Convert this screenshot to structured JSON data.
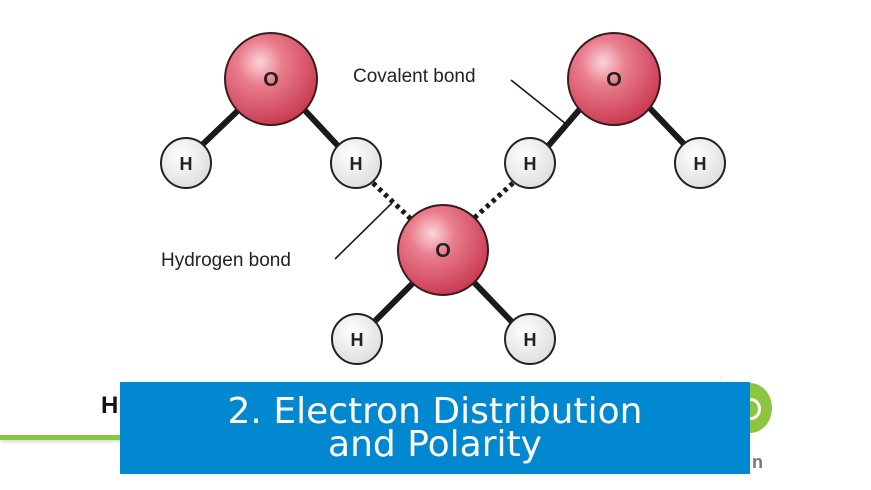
{
  "diagram": {
    "atoms": [
      {
        "id": "o-top-left",
        "symbol": "O"
      },
      {
        "id": "o-top-right",
        "symbol": "O"
      },
      {
        "id": "o-center",
        "symbol": "O"
      },
      {
        "id": "h-top-left-a",
        "symbol": "H"
      },
      {
        "id": "h-top-left-b",
        "symbol": "H"
      },
      {
        "id": "h-top-right-a",
        "symbol": "H"
      },
      {
        "id": "h-top-right-b",
        "symbol": "H"
      },
      {
        "id": "h-center-a",
        "symbol": "H"
      },
      {
        "id": "h-center-b",
        "symbol": "H"
      }
    ],
    "labels": {
      "covalent": "Covalent bond",
      "hydrogen": "Hydrogen bond"
    },
    "colors": {
      "oxygen": "#e0566a",
      "hydrogen": "#f2f2f2",
      "bond": "#1a1a1a"
    }
  },
  "bottom_bar": {
    "letter": "H",
    "trailing": "n",
    "accent": "#8cc63f"
  },
  "caption": {
    "line1": "2. Electron Distribution",
    "line2": "and Polarity",
    "background": "#0288d1"
  }
}
